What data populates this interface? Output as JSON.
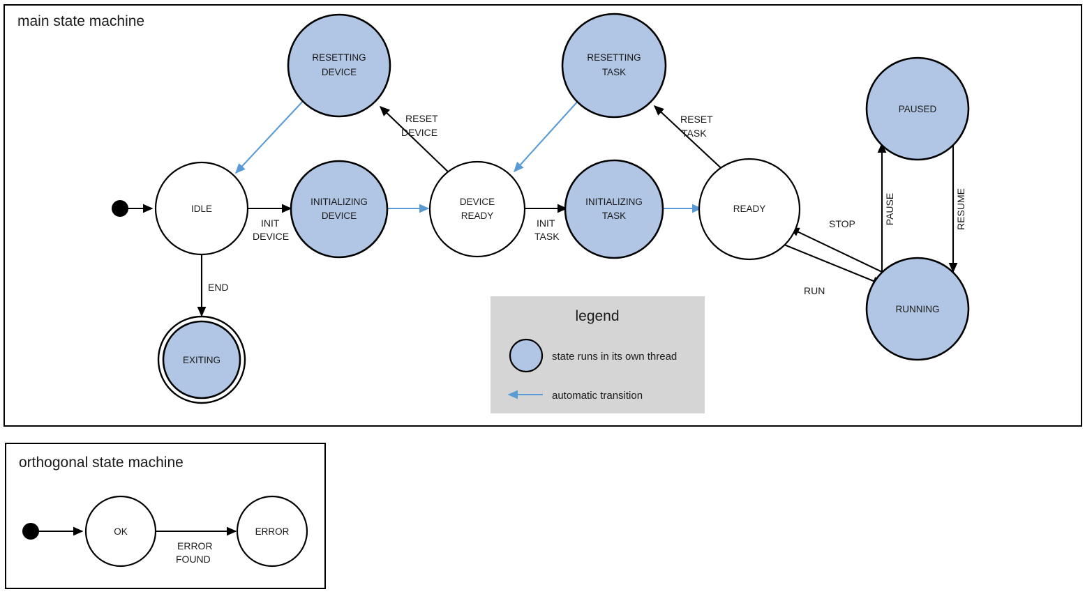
{
  "diagram": {
    "type": "state-machine",
    "frames": [
      {
        "id": "main",
        "title": "main state machine"
      },
      {
        "id": "orthogonal",
        "title": "orthogonal state machine"
      }
    ],
    "colors": {
      "thread_state_fill": "#b1c6e4",
      "plain_state_fill": "#ffffff",
      "stroke": "#000000",
      "automatic_transition": "#5b9bd5",
      "legend_background": "#d5d5d5"
    }
  },
  "main": {
    "title": "main state machine",
    "states": [
      {
        "id": "idle",
        "label": "IDLE",
        "thread": false,
        "final": false
      },
      {
        "id": "resetting_device",
        "label_line1": "RESETTING",
        "label_line2": "DEVICE",
        "thread": true,
        "final": false
      },
      {
        "id": "initializing_device",
        "label_line1": "INITIALIZING",
        "label_line2": "DEVICE",
        "thread": true,
        "final": false
      },
      {
        "id": "device_ready",
        "label_line1": "DEVICE",
        "label_line2": "READY",
        "thread": false,
        "final": false
      },
      {
        "id": "resetting_task",
        "label_line1": "RESETTING",
        "label_line2": "TASK",
        "thread": true,
        "final": false
      },
      {
        "id": "initializing_task",
        "label_line1": "INITIALIZING",
        "label_line2": "TASK",
        "thread": true,
        "final": false
      },
      {
        "id": "ready",
        "label": "READY",
        "thread": false,
        "final": false
      },
      {
        "id": "paused",
        "label": "PAUSED",
        "thread": true,
        "final": false
      },
      {
        "id": "running",
        "label": "RUNNING",
        "thread": true,
        "final": false
      },
      {
        "id": "exiting",
        "label": "EXITING",
        "thread": true,
        "final": true
      }
    ],
    "transitions": [
      {
        "from": "start",
        "to": "idle",
        "label": "",
        "automatic": false
      },
      {
        "from": "idle",
        "to": "initializing_device",
        "label_line1": "INIT",
        "label_line2": "DEVICE",
        "automatic": false
      },
      {
        "from": "initializing_device",
        "to": "device_ready",
        "label": "",
        "automatic": true
      },
      {
        "from": "device_ready",
        "to": "resetting_device",
        "label_line1": "RESET",
        "label_line2": "DEVICE",
        "automatic": false
      },
      {
        "from": "resetting_device",
        "to": "idle",
        "label": "",
        "automatic": true
      },
      {
        "from": "device_ready",
        "to": "initializing_task",
        "label_line1": "INIT",
        "label_line2": "TASK",
        "automatic": false
      },
      {
        "from": "initializing_task",
        "to": "ready",
        "label": "",
        "automatic": true
      },
      {
        "from": "ready",
        "to": "resetting_task",
        "label_line1": "RESET",
        "label_line2": "TASK",
        "automatic": false
      },
      {
        "from": "resetting_task",
        "to": "device_ready",
        "label": "",
        "automatic": true
      },
      {
        "from": "ready",
        "to": "running",
        "label": "RUN",
        "automatic": false
      },
      {
        "from": "running",
        "to": "ready",
        "label": "STOP",
        "automatic": false
      },
      {
        "from": "running",
        "to": "paused",
        "label": "PAUSE",
        "automatic": false
      },
      {
        "from": "paused",
        "to": "running",
        "label": "RESUME",
        "automatic": false
      },
      {
        "from": "idle",
        "to": "exiting",
        "label": "END",
        "automatic": false
      }
    ],
    "edge_labels": {
      "init_device_1": "INIT",
      "init_device_2": "DEVICE",
      "reset_device_1": "RESET",
      "reset_device_2": "DEVICE",
      "init_task_1": "INIT",
      "init_task_2": "TASK",
      "reset_task_1": "RESET",
      "reset_task_2": "TASK",
      "end": "END",
      "run": "RUN",
      "stop": "STOP",
      "pause": "PAUSE",
      "resume": "RESUME"
    },
    "state_labels": {
      "idle": "IDLE",
      "resetting_device_1": "RESETTING",
      "resetting_device_2": "DEVICE",
      "initializing_device_1": "INITIALIZING",
      "initializing_device_2": "DEVICE",
      "device_ready_1": "DEVICE",
      "device_ready_2": "READY",
      "resetting_task_1": "RESETTING",
      "resetting_task_2": "TASK",
      "initializing_task_1": "INITIALIZING",
      "initializing_task_2": "TASK",
      "ready": "READY",
      "paused": "PAUSED",
      "running": "RUNNING",
      "exiting": "EXITING"
    }
  },
  "legend": {
    "title": "legend",
    "items": [
      {
        "kind": "circle",
        "text": "state runs in its own thread"
      },
      {
        "kind": "arrow",
        "text": "automatic transition"
      }
    ],
    "item_thread_text": "state runs in its own thread",
    "item_auto_text": "automatic transition"
  },
  "orthogonal": {
    "title": "orthogonal state machine",
    "states": [
      {
        "id": "ok",
        "label": "OK"
      },
      {
        "id": "error",
        "label": "ERROR"
      }
    ],
    "transitions": [
      {
        "from": "start",
        "to": "ok",
        "label": ""
      },
      {
        "from": "ok",
        "to": "error",
        "label_line1": "ERROR",
        "label_line2": "FOUND"
      }
    ],
    "state_labels": {
      "ok": "OK",
      "error": "ERROR"
    },
    "edge_labels": {
      "error_found_1": "ERROR",
      "error_found_2": "FOUND"
    }
  }
}
